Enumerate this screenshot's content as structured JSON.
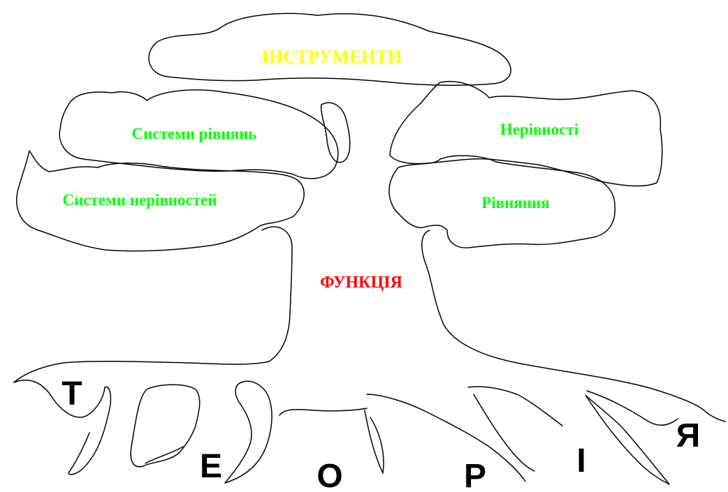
{
  "crown": {
    "top": {
      "label": "ІНСТРУМЕНТИ",
      "color": "#ffff00"
    },
    "left_upper": {
      "label": "Системи рівнянь",
      "color": "#00ff00"
    },
    "left_lower": {
      "label": "Системи нерівностей",
      "color": "#00ff00"
    },
    "right_upper": {
      "label": "Нерівності",
      "color": "#00ff00"
    },
    "right_lower": {
      "label": "Рівняння",
      "color": "#00ff00"
    }
  },
  "trunk": {
    "label": "ФУНКЦІЯ",
    "color": "#ff0000"
  },
  "roots": {
    "letters": [
      "Т",
      "Е",
      "О",
      "Р",
      "І",
      "Я"
    ],
    "color": "#000000"
  }
}
